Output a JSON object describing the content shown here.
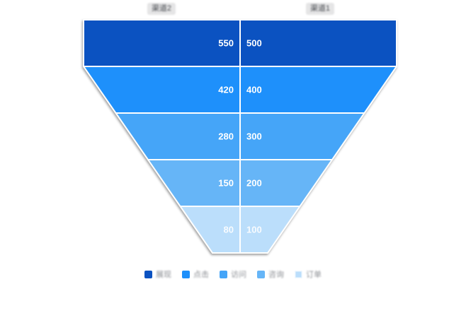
{
  "chart_data": {
    "type": "funnel",
    "layout": "compare-split-vertical-divider",
    "headers": {
      "left": "渠道2",
      "right": "渠道1"
    },
    "stages": [
      "展现",
      "点击",
      "访问",
      "咨询",
      "订单"
    ],
    "colors": [
      "#0b52c1",
      "#1e90fb",
      "#45a5f8",
      "#66b5f7",
      "#bbdefb"
    ],
    "series": [
      {
        "name": "渠道2",
        "side": "left",
        "values": [
          550,
          420,
          280,
          150,
          80
        ]
      },
      {
        "name": "渠道1",
        "side": "right",
        "values": [
          500,
          400,
          300,
          200,
          100
        ]
      }
    ],
    "value_label_color": "#ffffff",
    "divider_color": "#ffffff",
    "legend_position": "bottom",
    "grid": false
  }
}
